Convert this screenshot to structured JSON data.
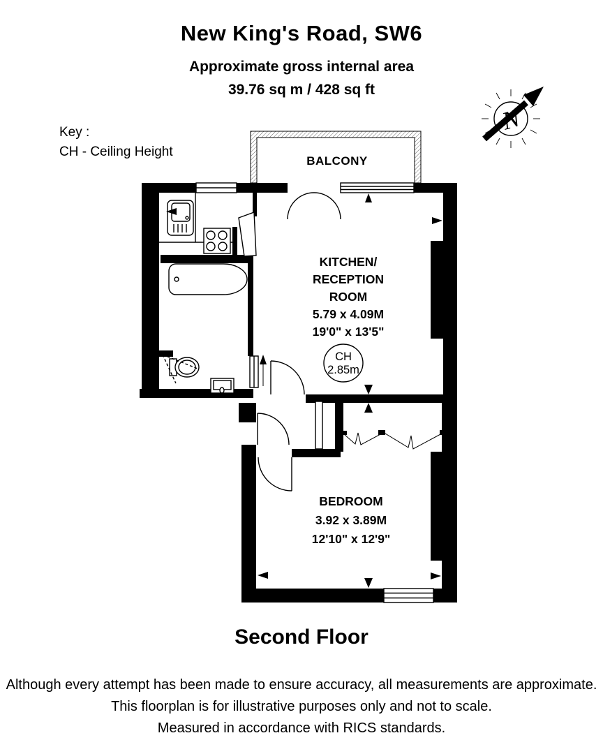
{
  "header": {
    "title": "New King's Road, SW6",
    "subtitle": "Approximate gross internal area",
    "area": "39.76 sq m / 428 sq ft"
  },
  "key": {
    "label": "Key :",
    "entry": "CH - Ceiling Height"
  },
  "compass": {
    "letter": "N"
  },
  "plan": {
    "balcony_label": "BALCONY",
    "kitchen": {
      "name_line1": "KITCHEN/",
      "name_line2": "RECEPTION",
      "name_line3": "ROOM",
      "dims_m": "5.79 x 4.09M",
      "dims_ft": "19'0\" x 13'5\""
    },
    "ceiling_height": {
      "label": "CH",
      "value": "2.85m"
    },
    "bedroom": {
      "name": "BEDROOM",
      "dims_m": "3.92 x 3.89M",
      "dims_ft": "12'10\" x 12'9\""
    }
  },
  "floor_label": "Second Floor",
  "disclaimer": {
    "line1": "Although every attempt has been made to ensure accuracy, all measurements are approximate.",
    "line2": "This floorplan is for illustrative purposes only and not to scale.",
    "line3": "Measured in accordance with RICS standards."
  },
  "colors": {
    "ink": "#000000",
    "paper": "#ffffff"
  }
}
